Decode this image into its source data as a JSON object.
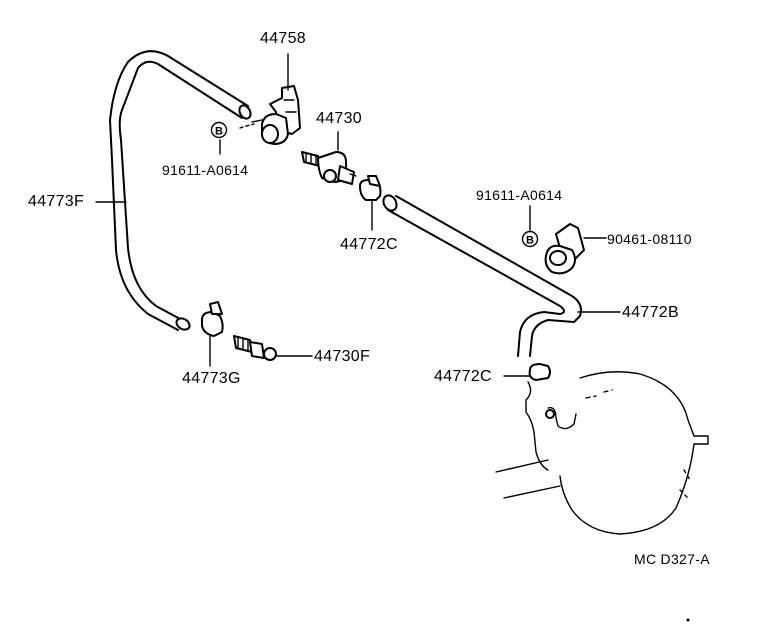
{
  "diagram": {
    "drawing_code": "MC D327-A",
    "parts": {
      "bracket": "44758",
      "valve_upper": "44730",
      "hose_left": "44773F",
      "clamp_upper": "44772C",
      "clip_left": "44773G",
      "valve_lower": "44730F",
      "hose_right": "44772B",
      "clamp_lower": "44772C",
      "bolt_left": "91611-A0614",
      "bolt_right": "91611-A0614",
      "clip_right": "90461-08110"
    },
    "bolt_marker": "B"
  }
}
